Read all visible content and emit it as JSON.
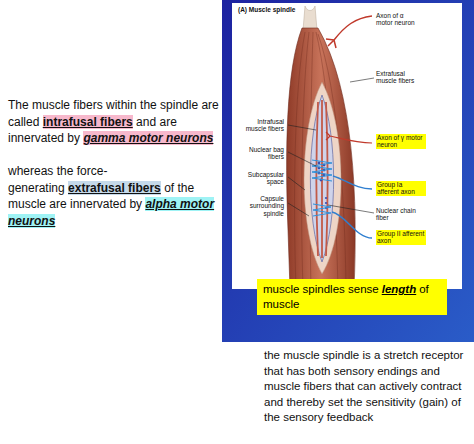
{
  "diagram": {
    "nodes": [
      {
        "text": [
          "muscle spindles sense",
          "length",
          "of muscle"
        ]
      }
    ],
    "labels": [
      "The muscle fibers within the spindle are called",
      "intrafusal fibers",
      "and are innervated by",
      "gamma motor neurons",
      "whereas the force-generating",
      "extrafusal fibers",
      "of the muscle are innervated by",
      "alpha motor neurons",
      "(A) Muscle spindle",
      "Axon of α motor neuron",
      "Extrafusal muscle fibers",
      "Intrafusal muscle fibers",
      "Axon of γ motor neuron",
      "Nuclear bag fibers",
      "Subcapsular space",
      "Group Ia afferent axon",
      "Capsule surrounding spindle",
      "Nuclear chain fiber",
      "Group II afferent axon",
      "the muscle spindle is a stretch receptor that has both sensory endings and muscle fibers that can actively contract and thereby set the sensitivity (gain) of the sensory feedback"
    ]
  }
}
